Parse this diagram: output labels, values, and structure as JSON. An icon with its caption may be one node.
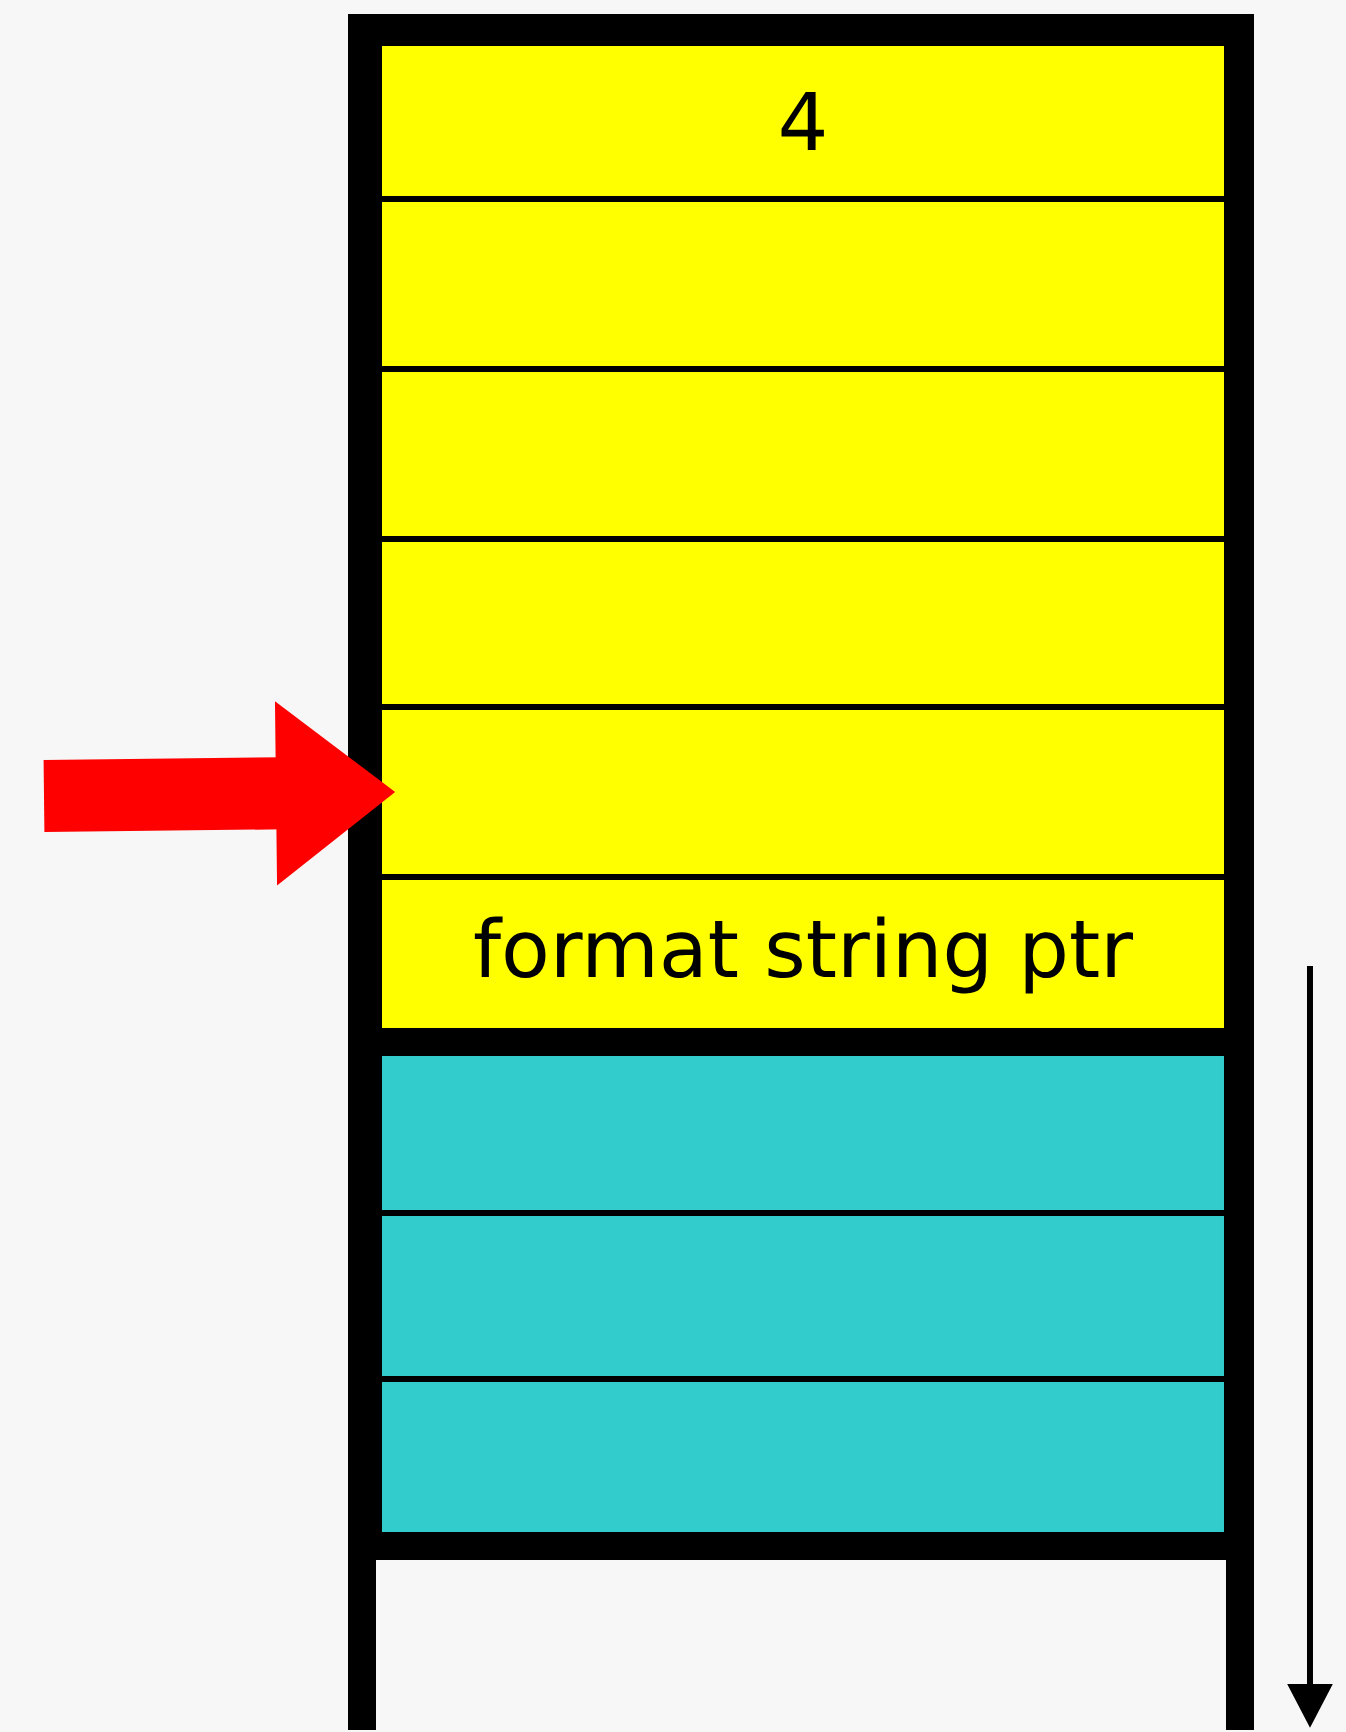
{
  "diagram": {
    "nodes": [
      {
        "text": [
          "4"
        ]
      },
      {
        "text": [],
        "shape": "box"
      },
      {
        "text": [],
        "shape": "box"
      },
      {
        "text": [],
        "shape": "box"
      },
      {
        "text": [],
        "shape": "box"
      },
      {
        "text": [
          "format string ptr"
        ]
      },
      {
        "text": [],
        "shape": "box"
      },
      {
        "text": [],
        "shape": "box"
      },
      {
        "text": [],
        "shape": "box"
      }
    ],
    "edges": [
      {
        "from": null,
        "to": 4,
        "arrow": "to",
        "color": "#ff0000"
      }
    ]
  }
}
